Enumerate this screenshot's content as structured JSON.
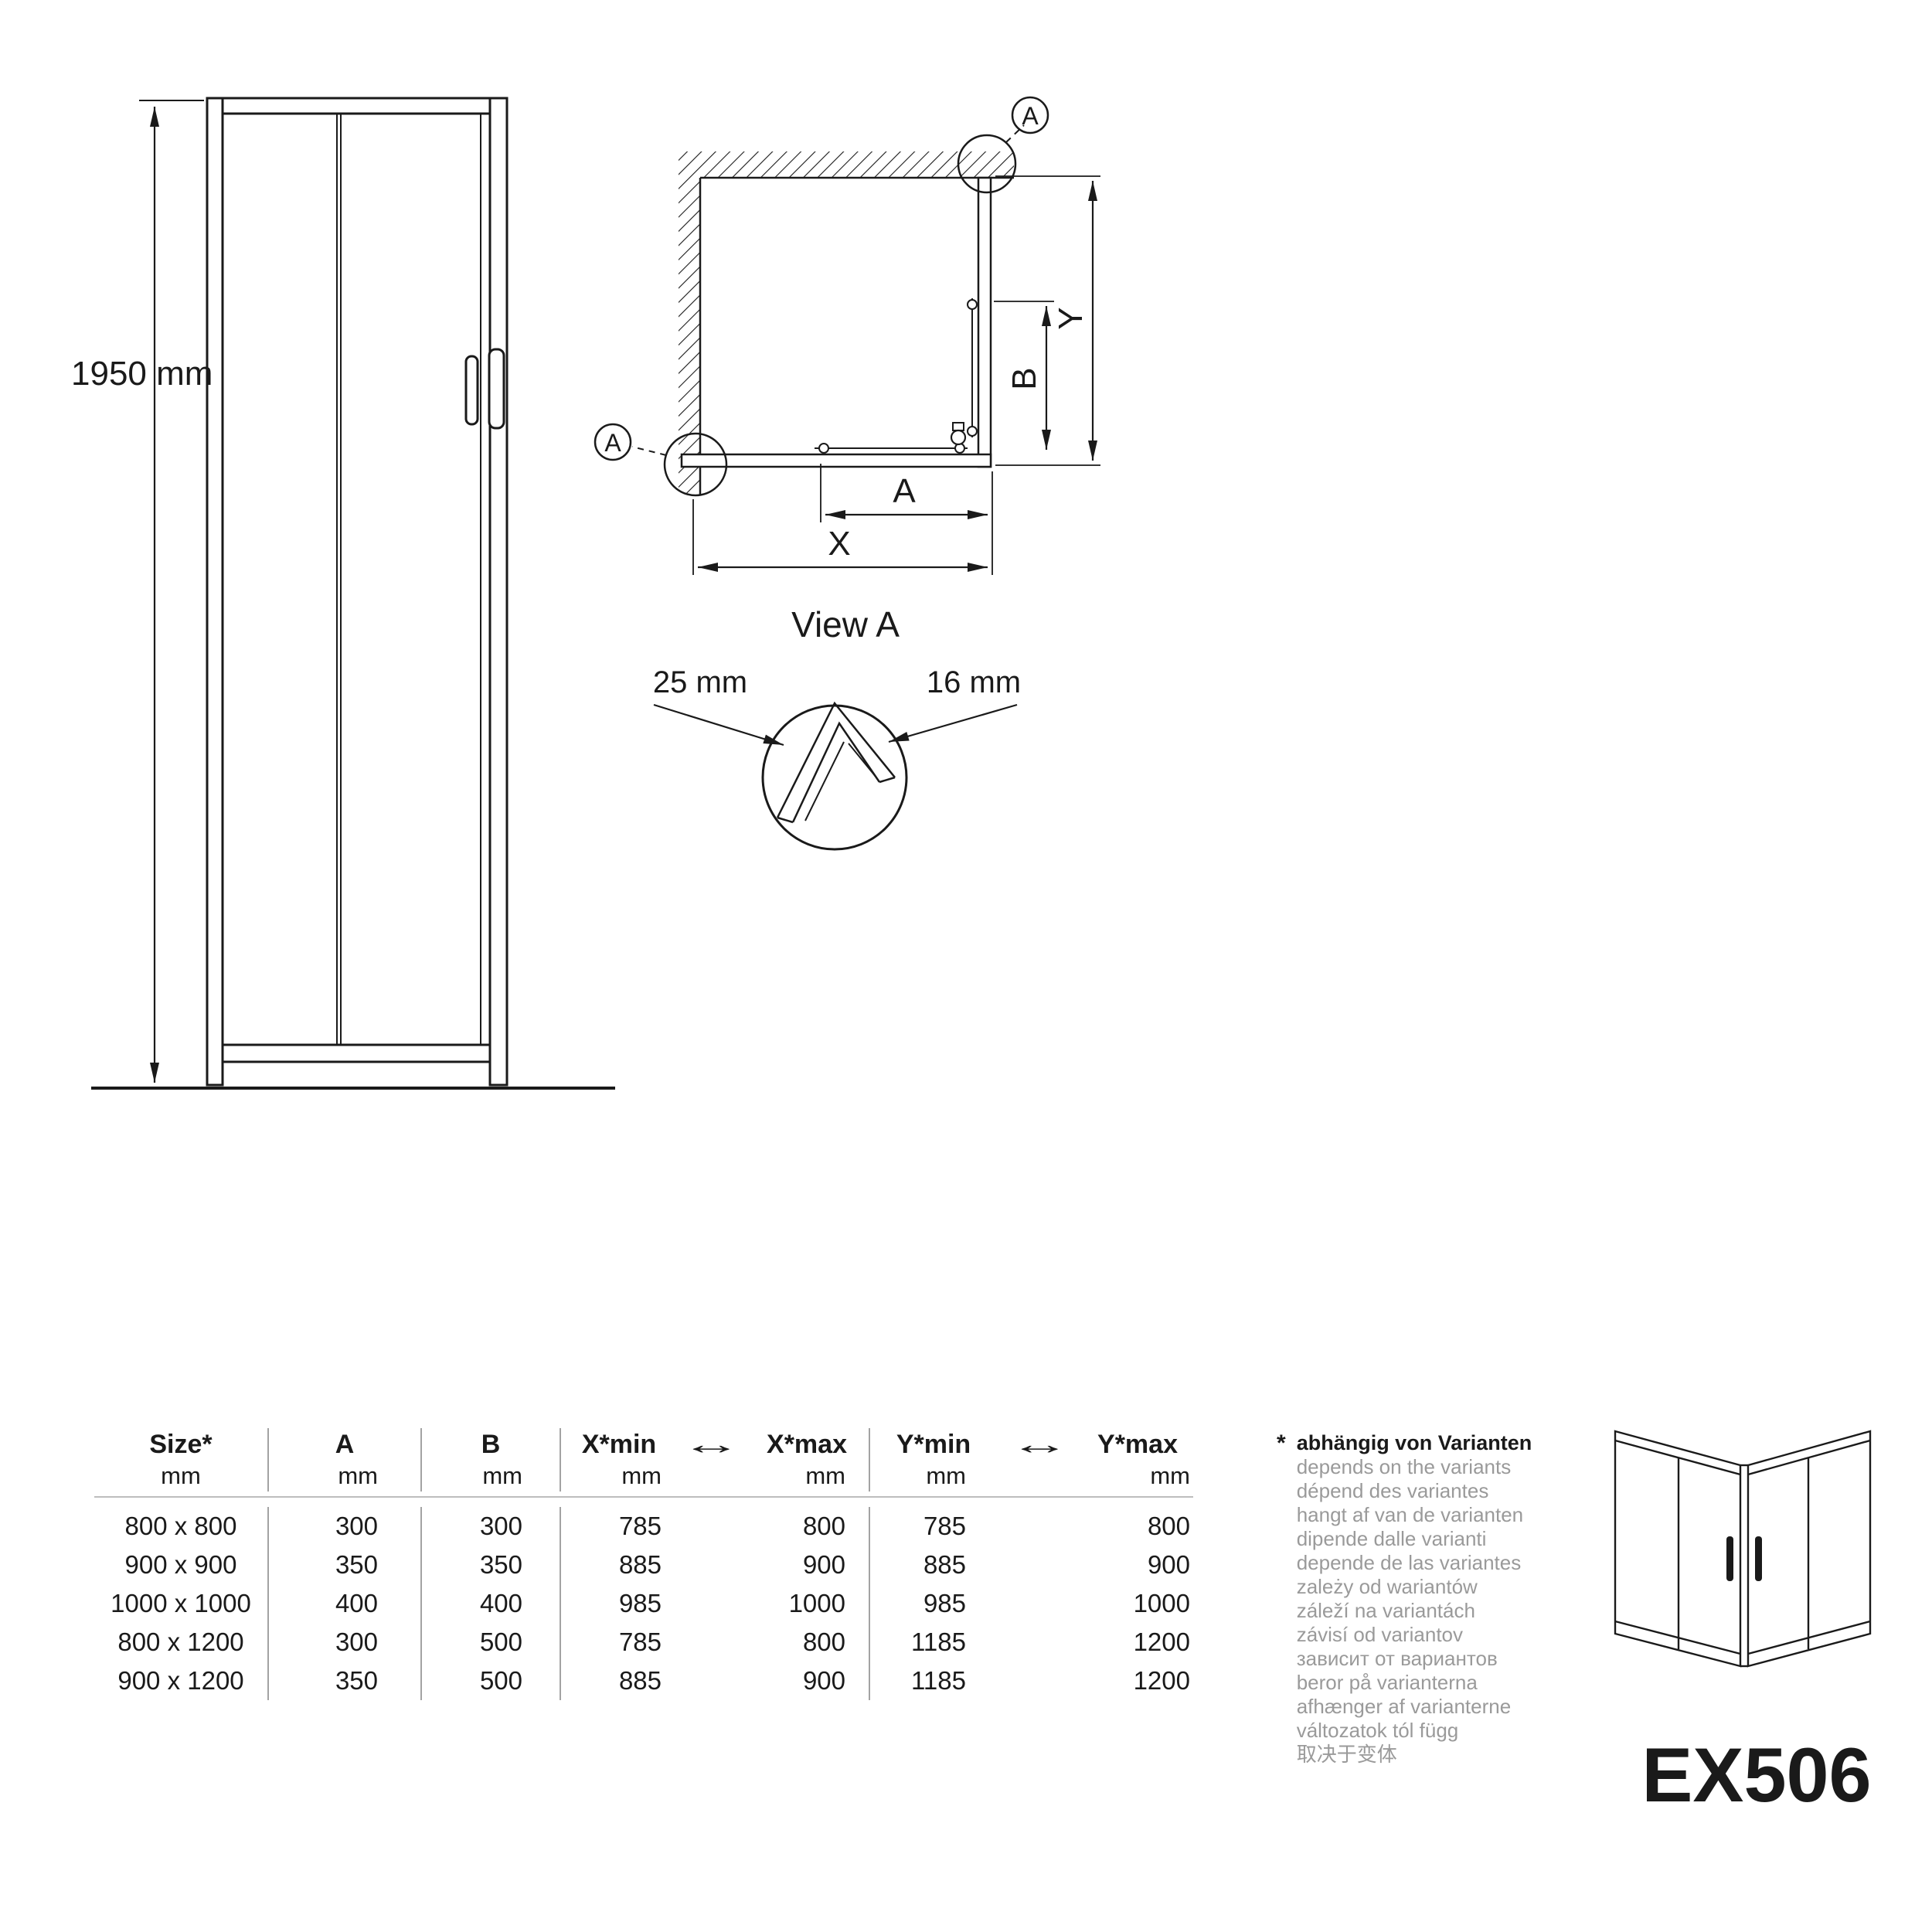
{
  "front_view": {
    "height": "1950 mm"
  },
  "plan_view": {
    "detail_label": "A",
    "dim_a": "A",
    "dim_b": "B",
    "dim_x": "X",
    "dim_y": "Y"
  },
  "detail_view": {
    "title": "View A",
    "dim_left": "25 mm",
    "dim_right": "16 mm"
  },
  "table": {
    "arrow_icon": "↔",
    "headers": [
      {
        "label": "Size*",
        "unit": "mm"
      },
      {
        "label": "A",
        "unit": "mm"
      },
      {
        "label": "B",
        "unit": "mm"
      },
      {
        "label": "X*min",
        "unit": "mm"
      },
      {
        "label": "X*max",
        "unit": "mm"
      },
      {
        "label": "Y*min",
        "unit": "mm"
      },
      {
        "label": "Y*max",
        "unit": "mm"
      }
    ],
    "rows": [
      [
        "800 x 800",
        "300",
        "300",
        "785",
        "800",
        "785",
        "800"
      ],
      [
        "900 x 900",
        "350",
        "350",
        "885",
        "900",
        "885",
        "900"
      ],
      [
        "1000 x 1000",
        "400",
        "400",
        "985",
        "1000",
        "985",
        "1000"
      ],
      [
        "800 x 1200",
        "300",
        "500",
        "785",
        "800",
        "1185",
        "1200"
      ],
      [
        "900 x 1200",
        "350",
        "500",
        "885",
        "900",
        "1185",
        "1200"
      ]
    ]
  },
  "note": {
    "marker": "*",
    "primary": "abhängig von Varianten",
    "translations": [
      "depends on the variants",
      "dépend des variantes",
      "hangt af van de varianten",
      "dipende dalle varianti",
      "depende de las variantes",
      "zależy od wariantów",
      "záleží na variantách",
      "závisí od variantov",
      "зависит от вариантов",
      "beror på varianterna",
      "afhænger af varianterne",
      "változatok tól függ",
      "取决于变体"
    ]
  },
  "product": {
    "model": "EX506"
  },
  "colors": {
    "ink": "#1a1a1a",
    "muted": "#9a9a9a",
    "rule": "#bdbdbd"
  }
}
